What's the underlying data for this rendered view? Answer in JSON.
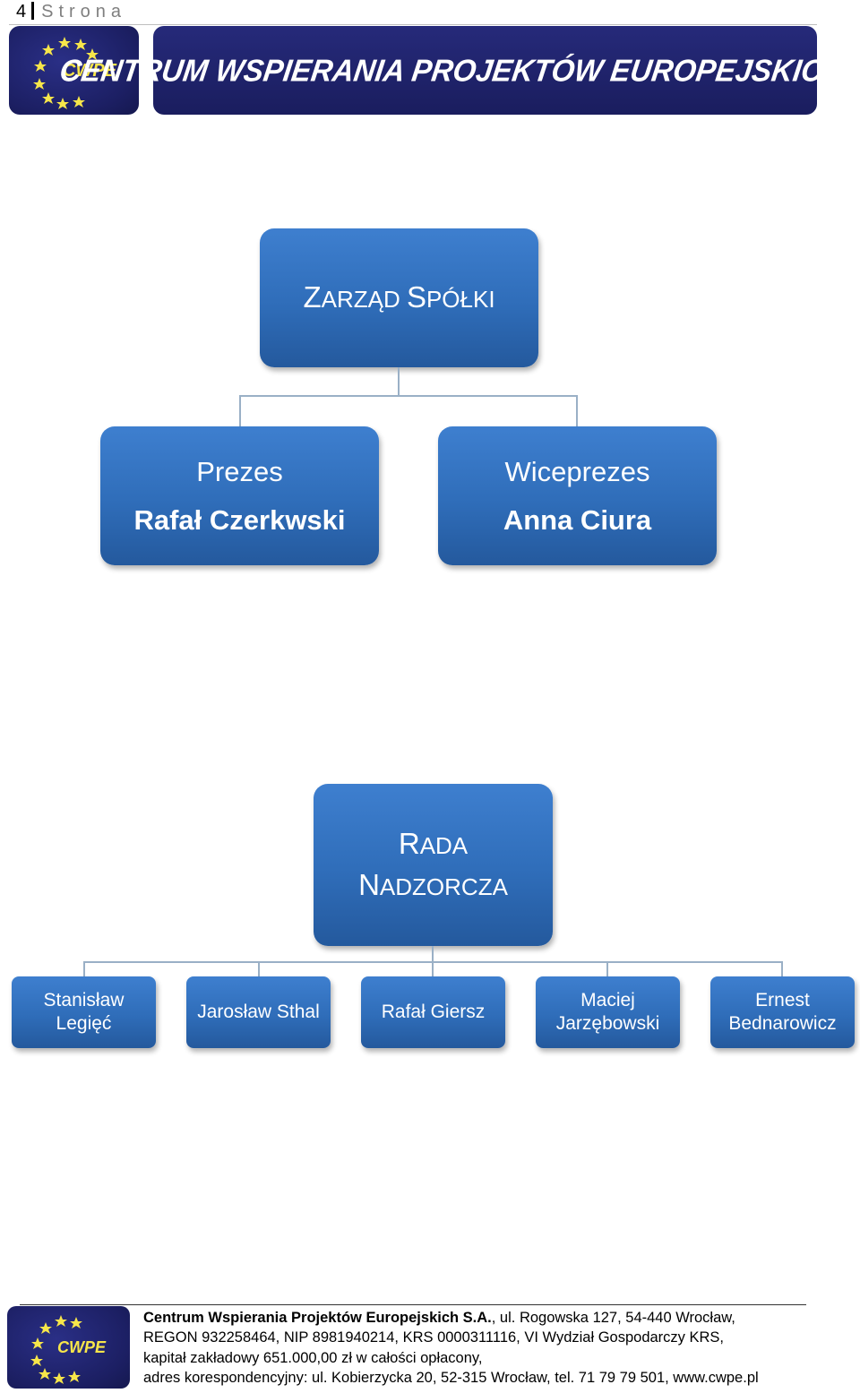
{
  "page_header": {
    "number": "4",
    "word": "Strona"
  },
  "banner": {
    "logo_text": "CWPE",
    "title": "CENTRUM WSPIERANIA PROJEKTÓW EUROPEJSKICH S.A."
  },
  "zarzad": {
    "title_initial_1": "Z",
    "title_rest_1": "ARZĄD ",
    "title_initial_2": "S",
    "title_rest_2": "PÓŁKI",
    "members": [
      {
        "role": "Prezes",
        "name": "Rafał Czerkwski"
      },
      {
        "role": "Wiceprezes",
        "name": "Anna Ciura"
      }
    ]
  },
  "rada": {
    "title_initial_1": "R",
    "title_rest_1": "ADA",
    "title_initial_2": "N",
    "title_rest_2": "ADZORCZA",
    "members": [
      {
        "line1": "Stanisław",
        "line2": "Legięć"
      },
      {
        "line1": "Jarosław Sthal",
        "line2": ""
      },
      {
        "line1": "Rafał Giersz",
        "line2": ""
      },
      {
        "line1": "Maciej",
        "line2": "Jarzębowski"
      },
      {
        "line1": "Ernest",
        "line2": "Bednarowicz"
      }
    ]
  },
  "footer": {
    "logo_text": "CWPE",
    "company": "Centrum Wspierania Projektów Europejskich S.A.",
    "line1_rest": ", ul. Rogowska 127, 54-440 Wrocław,",
    "line2": "REGON 932258464, NIP 8981940214, KRS 0000311116, VI Wydział Gospodarczy KRS,",
    "line3": "kapitał zakładowy 651.000,00 zł w całości opłacony,",
    "line4": "adres korespondencyjny: ul. Kobierzycka 20, 52-315 Wrocław, tel. 71 79 79 501, www.cwpe.pl"
  },
  "colors": {
    "box_blue": "#2f6db9",
    "banner_navy": "#1c1f63",
    "star_yellow": "#f7e64a",
    "connector": "#9ab0c6"
  }
}
